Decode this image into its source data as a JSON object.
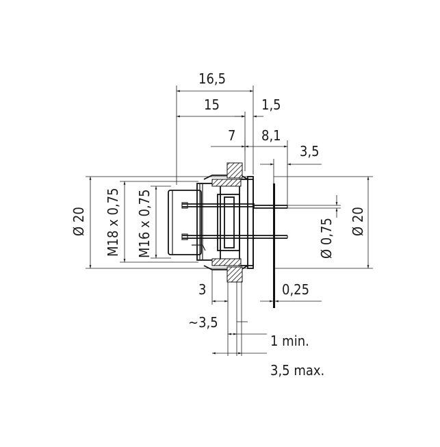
{
  "dimensions": {
    "overall_length": "16,5",
    "body_length": "15",
    "flange_thickness": "1,5",
    "front_to_panel": "7",
    "pin_length": "8,1",
    "pin_extension": "3,5",
    "diameter_left": "Ø 20",
    "thread_m18": "M18 x 0,75",
    "thread_m16": "M16 x 0,75",
    "pin_diameter": "Ø 0,75",
    "diameter_right": "Ø 20",
    "nut_width": "3",
    "gasket_thickness": "0,25",
    "approx_depth": "~3,5",
    "panel_min": "1 min.",
    "panel_max": "3,5 max."
  },
  "colors": {
    "line": "#1a1a1a",
    "background": "#ffffff"
  }
}
